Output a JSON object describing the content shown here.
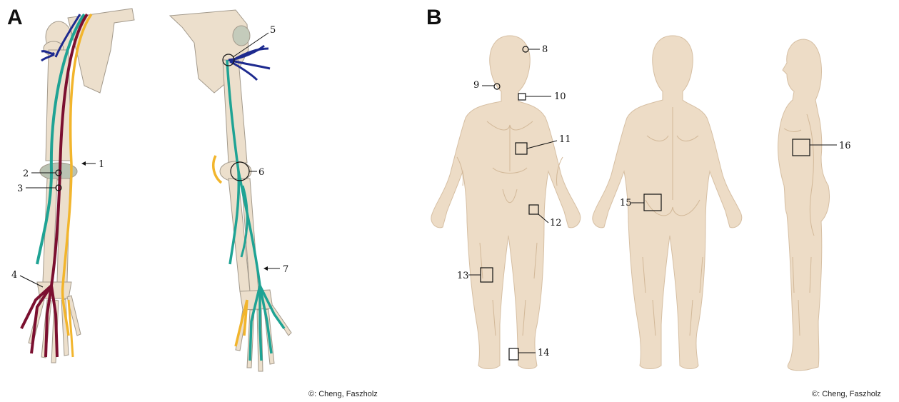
{
  "panels": {
    "a": {
      "letter": "A"
    },
    "b": {
      "letter": "B"
    }
  },
  "copyright": {
    "a": "©: Cheng, Faszholz",
    "b": "©: Cheng, Faszholz"
  },
  "colors": {
    "bone": "#ecdfcc",
    "skin": "#eddcc6",
    "ulnar_nerve": "#1fa394",
    "radial_nerve": "#f2b52c",
    "median_artery": "#7b1030",
    "brachial_plexus": "#1d2a8f"
  },
  "markers": {
    "m1": "1",
    "m2": "2",
    "m3": "3",
    "m4": "4",
    "m5": "5",
    "m6": "6",
    "m7": "7",
    "m8": "8",
    "m9": "9",
    "m10": "10",
    "m11": "11",
    "m12": "12",
    "m13": "13",
    "m14": "14",
    "m15": "15",
    "m16": "16"
  }
}
